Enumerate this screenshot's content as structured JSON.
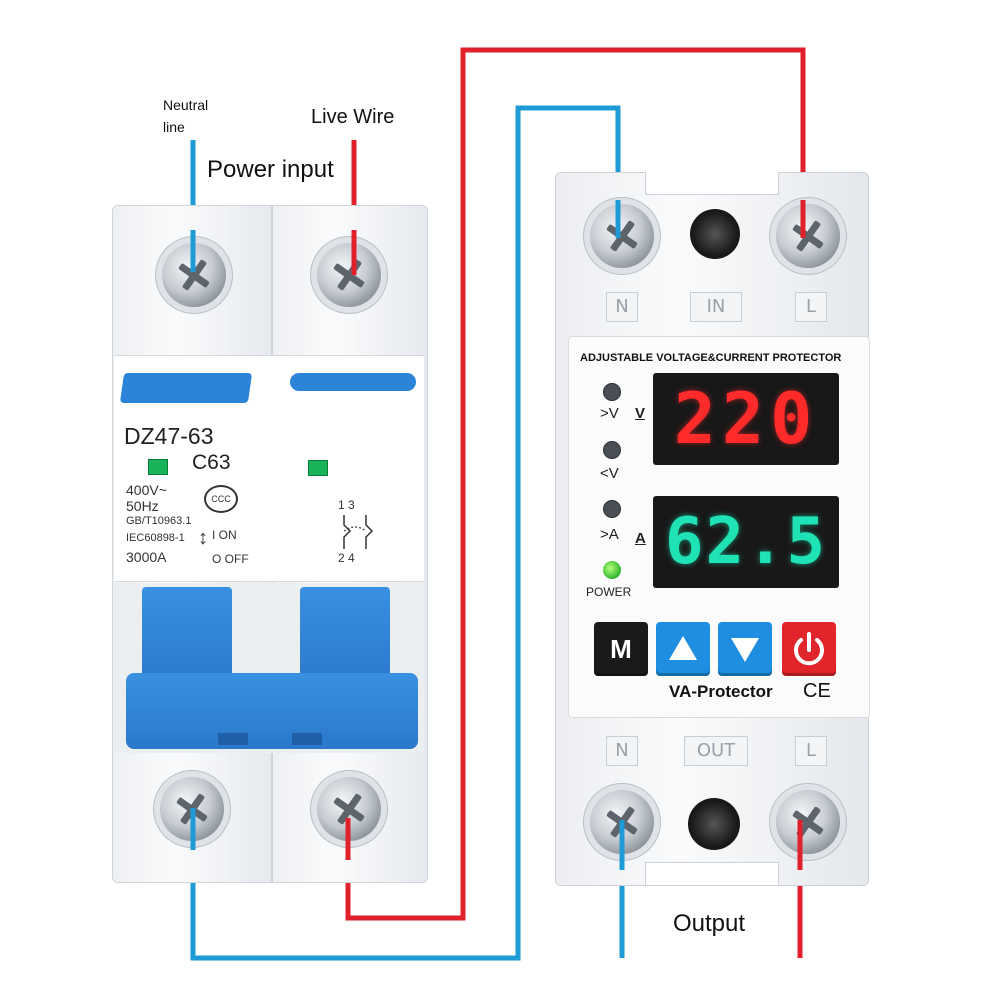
{
  "labels": {
    "neutral_line": "Neutral line",
    "live_wire": "Live Wire",
    "power_input": "Power input",
    "output": "Output"
  },
  "breaker": {
    "model": "DZ47-63",
    "rating": "C63",
    "spec_voltage": "400V~",
    "spec_freq": "50Hz",
    "standard_1": "GB/T10963.1",
    "standard_2": "IEC60898-1",
    "capacity": "3000A",
    "on_label": "I ON",
    "off_label": "O OFF",
    "cert_mark": "CCC",
    "pole_top": "1  3",
    "pole_bottom": "2  4"
  },
  "protector": {
    "title": "ADJUSTABLE VOLTAGE&CURRENT PROTECTOR",
    "voltage_display": "220",
    "current_display": "62.5",
    "voltage_unit": "V",
    "current_unit": "A",
    "indicator_over_v": ">V",
    "indicator_under_v": "<V",
    "indicator_over_a": ">A",
    "power_label": "POWER",
    "btn_menu": "M",
    "brand": "VA-Protector",
    "ce_mark": "CE",
    "in_terminals": [
      "N",
      "IN",
      "L"
    ],
    "out_terminals": [
      "N",
      "OUT",
      "L"
    ]
  },
  "colors": {
    "live_wire": "#e0202a",
    "neutral_wire": "#1e9ad6",
    "breaker_blue": "#2b84d8",
    "voltage_digits": "#ff2a2a",
    "current_digits": "#1fe3b4"
  }
}
